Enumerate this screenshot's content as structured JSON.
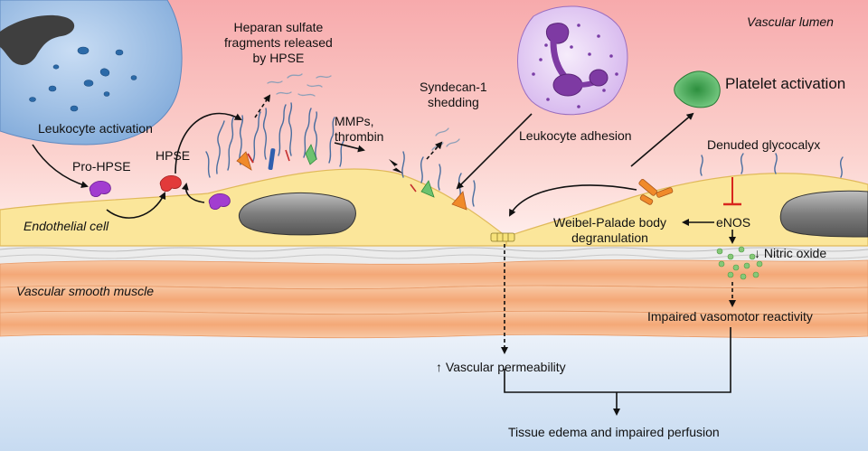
{
  "labels": {
    "vascular_lumen": "Vascular lumen",
    "leukocyte_activation": "Leukocyte activation",
    "pro_hpse": "Pro-HPSE",
    "hpse": "HPSE",
    "heparan_sulfate": "Heparan sulfate\nfragments released\nby HPSE",
    "syndecan": "Syndecan-1\nshedding",
    "mmps": "MMPs,\nthrombin",
    "leukocyte_adhesion": "Leukocyte adhesion",
    "platelet_activation": "Platelet activation",
    "denuded_glycocalyx": "Denuded glycocalyx",
    "enos": "eNOS",
    "weibel_palade": "Weibel-Palade body\ndegranulation",
    "nitric_oxide": "↓ Nitric oxide",
    "endothelial_cell": "Endothelial cell",
    "vascular_smooth_muscle": "Vascular smooth muscle",
    "impaired_vasomotor": "Impaired vasomotor reactivity",
    "vascular_permeability": "↑ Vascular permeability",
    "tissue_edema": "Tissue edema and impaired perfusion"
  },
  "colors": {
    "lumen_top": "#f7aeb0",
    "endothelium": "#fbe69a",
    "smooth_muscle": "#f6b98a",
    "tissue": "#d7e6f6",
    "leukocyte": "#a9c9ec",
    "neutrophil": "#e6d2f4",
    "platelet": "#4fb35e",
    "hpse_red": "#e03a3a",
    "pro_hpse_purple": "#9b38c8",
    "inhibition_red": "#d8261e"
  }
}
